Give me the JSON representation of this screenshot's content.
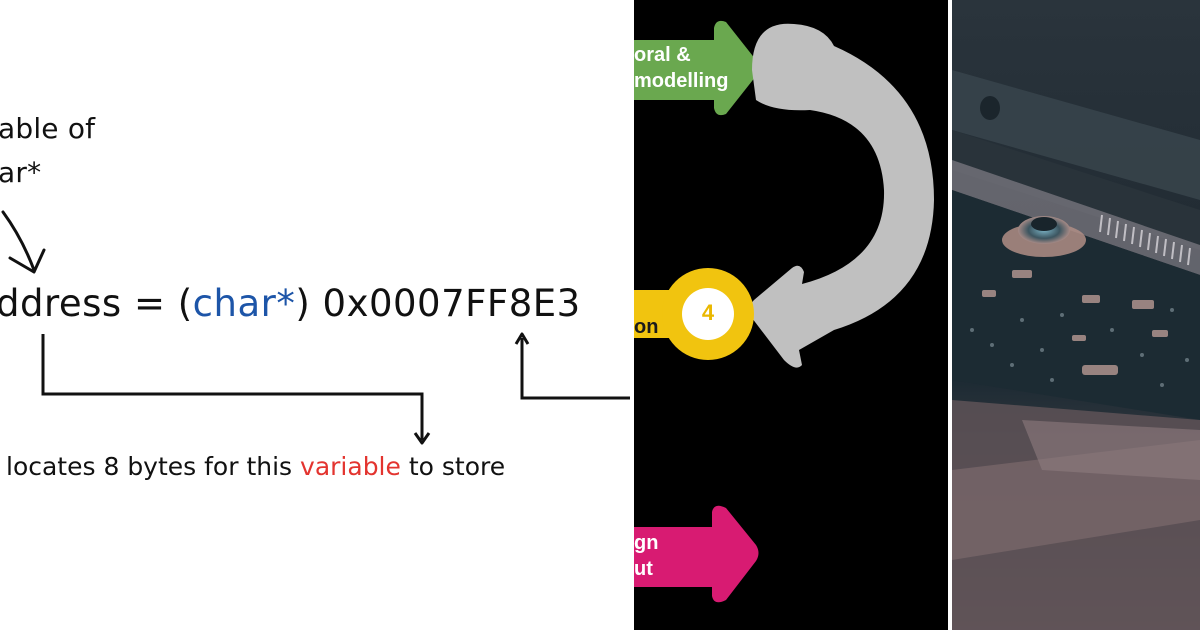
{
  "panels": {
    "pointer_diagram": {
      "annotation_top_line1": "able of",
      "annotation_top_line2": "ar*",
      "code_line": {
        "prefix": "ddress = (",
        "type_token": "char*",
        "suffix": ") 0x0007FF8E3"
      },
      "description": {
        "prefix": "locates 8 bytes for this ",
        "highlight": "variable",
        "suffix": " to store"
      },
      "colors": {
        "text": "#111111",
        "type_token": "#1d55a8",
        "highlight": "#e3342f"
      }
    },
    "flow_diagram": {
      "steps": [
        {
          "label_line1": "oral &",
          "label_line2": "modelling",
          "color": "#6aa84f"
        },
        {
          "label_line1": "on",
          "number": "4",
          "color": "#f1c40f"
        },
        {
          "label_line1": "gn",
          "label_line2": "ut",
          "color": "#d81b72"
        }
      ],
      "loop_arrow_color": "#c0c0c0",
      "background": "#000000"
    },
    "photo": {
      "subject": "circuit board close-up",
      "tones": [
        "#1f2a33",
        "#3b4a55",
        "#9b7f7c",
        "#5d7c8a"
      ]
    }
  }
}
